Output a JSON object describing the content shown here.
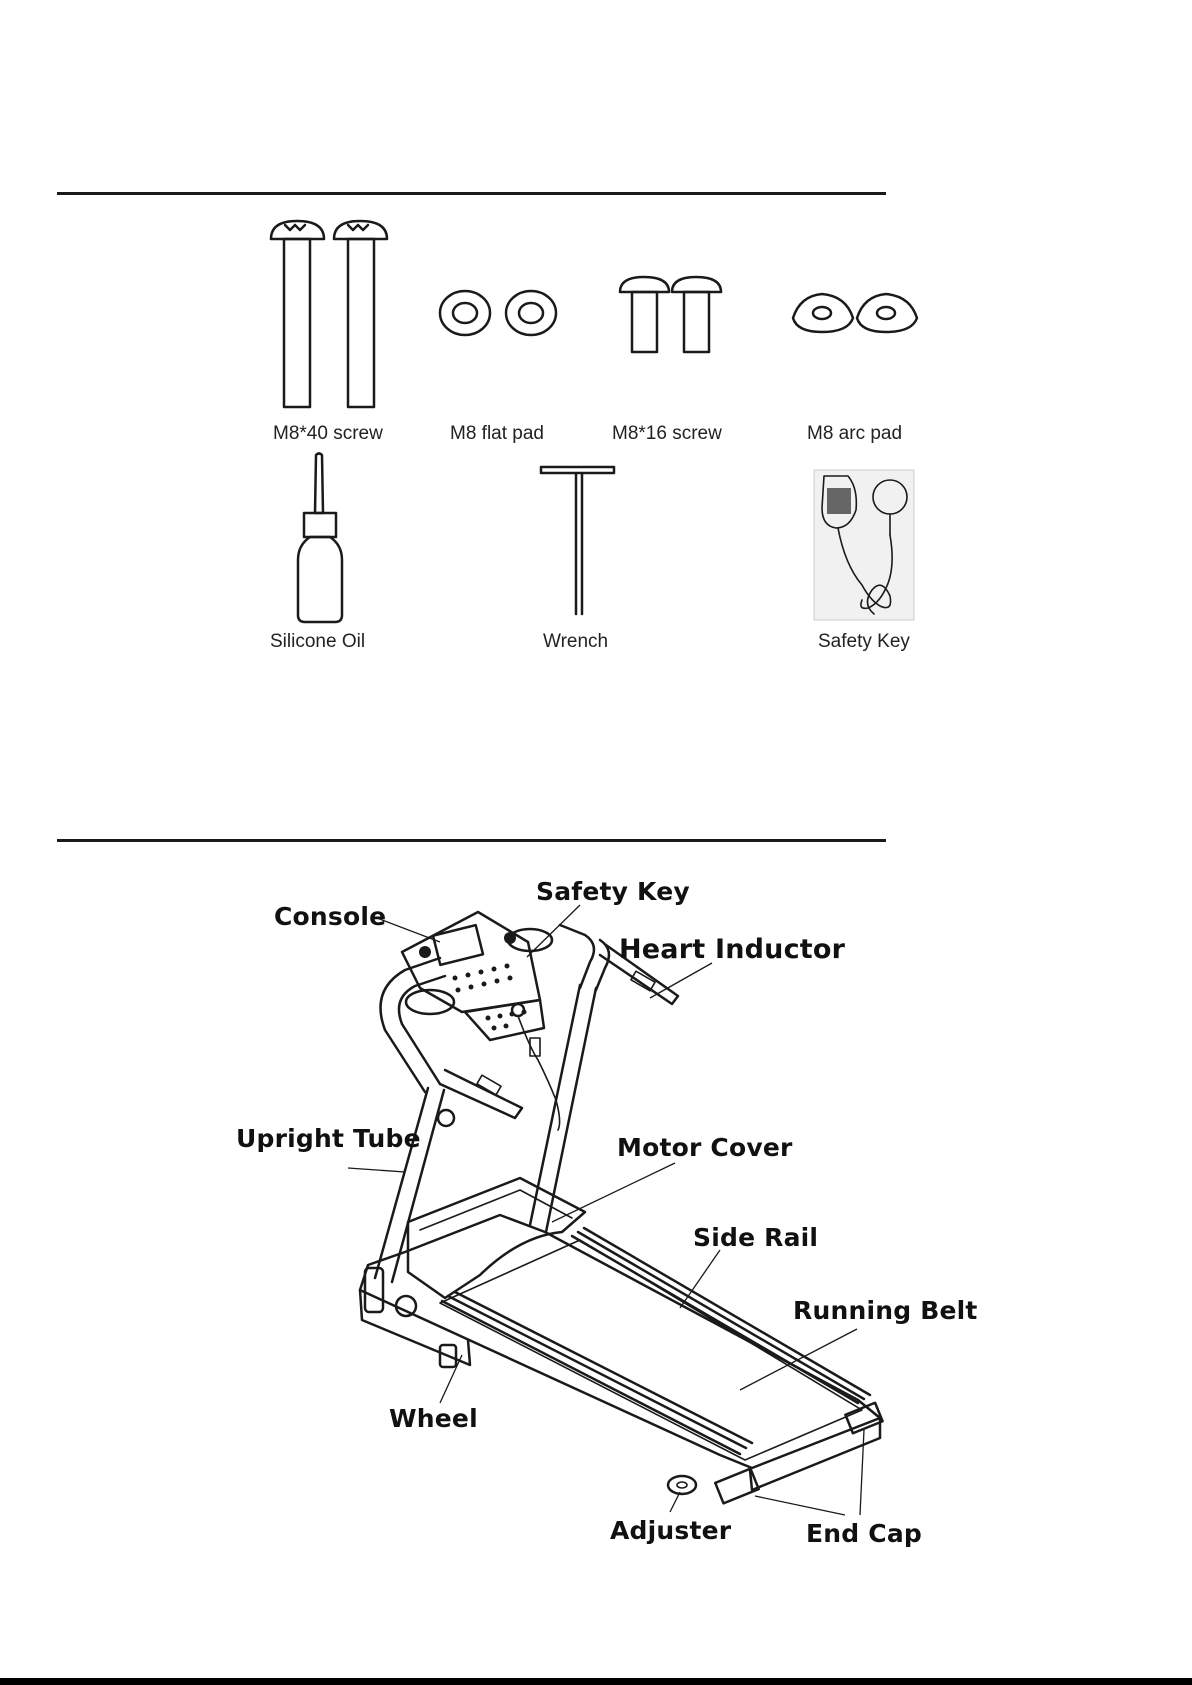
{
  "parts": [
    {
      "id": "m8-40-screw",
      "label": "M8*40 screw"
    },
    {
      "id": "m8-flat-pad",
      "label": "M8 flat pad"
    },
    {
      "id": "m8-16-screw",
      "label": "M8*16 screw"
    },
    {
      "id": "m8-arc-pad",
      "label": "M8 arc pad"
    },
    {
      "id": "silicone-oil",
      "label": "Silicone Oil"
    },
    {
      "id": "wrench",
      "label": "Wrench"
    },
    {
      "id": "safety-key",
      "label": "Safety Key"
    }
  ],
  "diagram_labels": [
    {
      "id": "console",
      "label": "Console"
    },
    {
      "id": "safety-key",
      "label": "Safety Key"
    },
    {
      "id": "heart-inductor",
      "label": "Heart Inductor"
    },
    {
      "id": "upright-tube",
      "label": "Upright Tube"
    },
    {
      "id": "motor-cover",
      "label": "Motor Cover"
    },
    {
      "id": "side-rail",
      "label": "Side Rail"
    },
    {
      "id": "running-belt",
      "label": "Running Belt"
    },
    {
      "id": "wheel",
      "label": "Wheel"
    },
    {
      "id": "adjuster",
      "label": "Adjuster"
    },
    {
      "id": "end-cap",
      "label": "End Cap"
    }
  ]
}
